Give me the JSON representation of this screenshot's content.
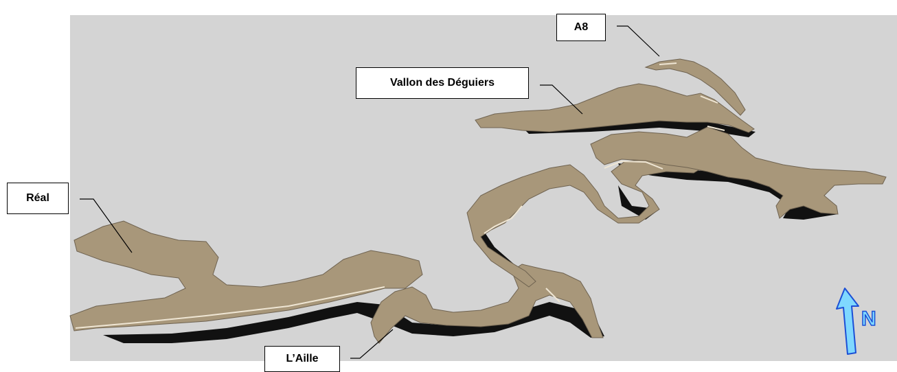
{
  "labels": {
    "a8": "A8",
    "vallon": "Vallon des Déguiers",
    "real": "Réal",
    "aille": "L’Aille"
  },
  "north": {
    "letter": "N",
    "icon": "north-arrow-icon"
  },
  "colors": {
    "background": "#d4d4d4",
    "terrain": "#a8977a",
    "terrain_dark": "#6e6250",
    "shadow": "#111111",
    "north_fill": "#7fd8ff",
    "north_stroke": "#1b4fd6"
  }
}
